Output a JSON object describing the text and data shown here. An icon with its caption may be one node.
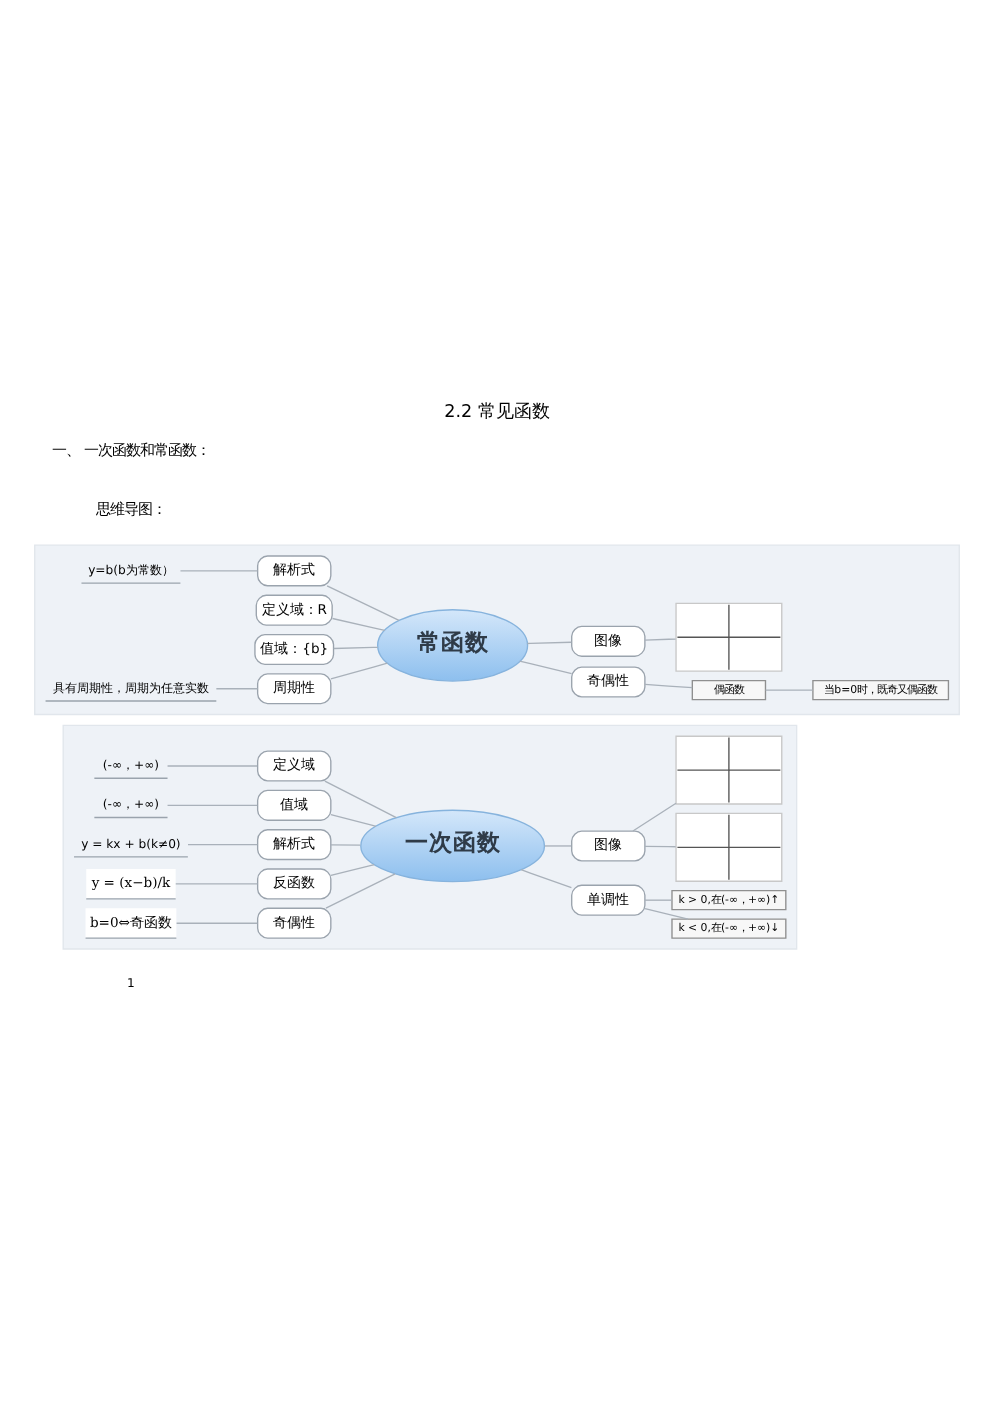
{
  "diagram": {
    "title": "2.2 常见函数",
    "nodes": [
      {
        "text": [],
        "shape": "box"
      },
      {
        "text": [
          "常函数"
        ],
        "in": 0
      },
      {
        "text": [
          "解析式"
        ],
        "in": 0
      },
      {
        "text": [
          "y=b(b为常数）"
        ],
        "in": 0
      },
      {
        "text": [
          "定义域：R"
        ],
        "in": 0
      },
      {
        "text": [
          "值域：{b}"
        ],
        "in": 0
      },
      {
        "text": [
          "周期性"
        ],
        "in": 0
      },
      {
        "text": [
          "具有周期性，周期为任意实数"
        ],
        "in": 0
      },
      {
        "text": [
          "图像"
        ],
        "in": 0
      },
      {
        "text": [],
        "shape": "picture",
        "in": 0
      },
      {
        "text": [
          "奇偶性"
        ],
        "in": 0
      },
      {
        "text": [
          "偶函数"
        ],
        "in": 0
      },
      {
        "text": [
          "当b=0时，既奇又偶函数"
        ],
        "in": 0
      },
      {
        "text": [],
        "shape": "box"
      },
      {
        "text": [
          "一次函数"
        ],
        "in": 13
      },
      {
        "text": [
          "定义域"
        ],
        "in": 13
      },
      {
        "text": [
          "(-∞，+∞)"
        ],
        "in": 13
      },
      {
        "text": [
          "值域"
        ],
        "in": 13
      },
      {
        "text": [
          "(-∞，+∞)"
        ],
        "in": 13
      },
      {
        "text": [
          "解析式"
        ],
        "in": 13
      },
      {
        "text": [
          "y = kx + b(k≠0)"
        ],
        "in": 13
      },
      {
        "text": [
          "反函数"
        ],
        "in": 13
      },
      {
        "text": [
          "y = (x−b)/k"
        ],
        "in": 13
      },
      {
        "text": [
          "奇偶性"
        ],
        "in": 13
      },
      {
        "text": [
          "b=0⇔奇函数"
        ],
        "in": 13
      },
      {
        "text": [
          "图像"
        ],
        "in": 13
      },
      {
        "text": [],
        "shape": "picture",
        "in": 13
      },
      {
        "text": [],
        "shape": "picture",
        "in": 13
      },
      {
        "text": [
          "单调性"
        ],
        "in": 13
      },
      {
        "text": [
          "k > 0,在(-∞，+∞)↑"
        ],
        "in": 13
      },
      {
        "text": [
          "k < 0,在(-∞，+∞)↓"
        ],
        "in": 13
      }
    ],
    "edges": [
      {
        "from": 2,
        "to": 1,
        "arrow": "none"
      },
      {
        "from": 3,
        "to": 2,
        "arrow": "none"
      },
      {
        "from": 4,
        "to": 1,
        "arrow": "none"
      },
      {
        "from": 5,
        "to": 1,
        "arrow": "none"
      },
      {
        "from": 6,
        "to": 1,
        "arrow": "none"
      },
      {
        "from": 7,
        "to": 6,
        "arrow": "none"
      },
      {
        "from": 1,
        "to": 8,
        "arrow": "none"
      },
      {
        "from": 8,
        "to": 9,
        "arrow": "none"
      },
      {
        "from": 1,
        "to": 10,
        "arrow": "none"
      },
      {
        "from": 10,
        "to": 11,
        "arrow": "none"
      },
      {
        "from": 11,
        "to": 12,
        "arrow": "none"
      },
      {
        "from": 15,
        "to": 14,
        "arrow": "none"
      },
      {
        "from": 16,
        "to": 15,
        "arrow": "none"
      },
      {
        "from": 17,
        "to": 14,
        "arrow": "none"
      },
      {
        "from": 18,
        "to": 17,
        "arrow": "none"
      },
      {
        "from": 19,
        "to": 14,
        "arrow": "none"
      },
      {
        "from": 20,
        "to": 19,
        "arrow": "none"
      },
      {
        "from": 21,
        "to": 14,
        "arrow": "none"
      },
      {
        "from": 22,
        "to": 21,
        "arrow": "none"
      },
      {
        "from": 23,
        "to": 14,
        "arrow": "none"
      },
      {
        "from": 24,
        "to": 23,
        "arrow": "none"
      },
      {
        "from": 14,
        "to": 25,
        "arrow": "none"
      },
      {
        "from": 25,
        "to": 26,
        "arrow": "none"
      },
      {
        "from": 25,
        "to": 27,
        "arrow": "none"
      },
      {
        "from": 14,
        "to": 28,
        "arrow": "none"
      },
      {
        "from": 28,
        "to": 29,
        "arrow": "none"
      },
      {
        "from": 28,
        "to": 30,
        "arrow": "none"
      }
    ],
    "labels": [
      "一、 一次函数和常函数：",
      "思维导图：",
      "1"
    ]
  }
}
